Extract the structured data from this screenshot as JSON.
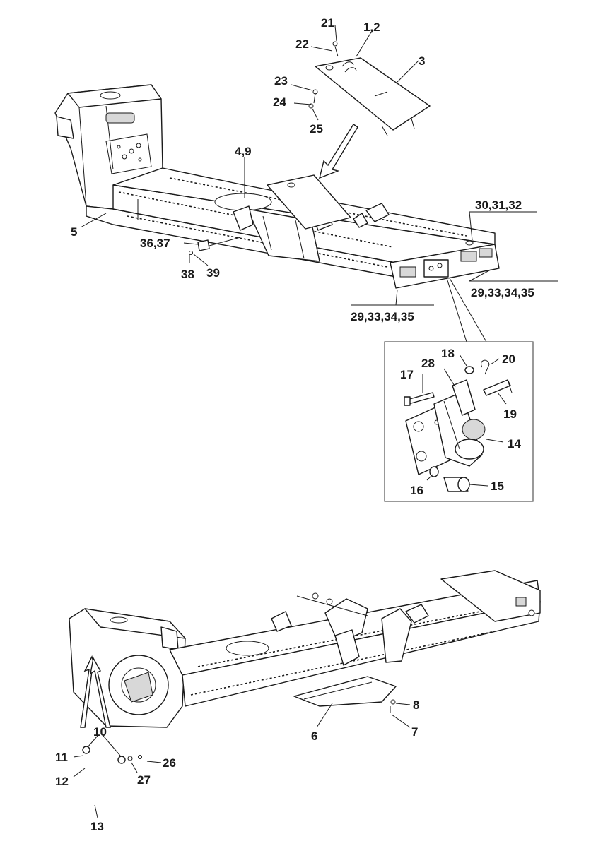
{
  "labels": {
    "l21": "21",
    "l22": "22",
    "l1_2": "1,2",
    "l3": "3",
    "l23": "23",
    "l24": "24",
    "l25": "25",
    "l4_9": "4,9",
    "l5": "5",
    "l30_31_32": "30,31,32",
    "l36_37": "36,37",
    "l38": "38",
    "l39": "39",
    "l29_33_34_35_right": "29,33,34,35",
    "l29_33_34_35_left": "29,33,34,35",
    "l18": "18",
    "l20": "20",
    "l17": "17",
    "l28": "28",
    "l19": "19",
    "l14": "14",
    "l16": "16",
    "l15": "15",
    "l10": "10",
    "l11": "11",
    "l12": "12",
    "l26": "26",
    "l27": "27",
    "l13": "13",
    "l6": "6",
    "l8": "8",
    "l7": "7"
  }
}
